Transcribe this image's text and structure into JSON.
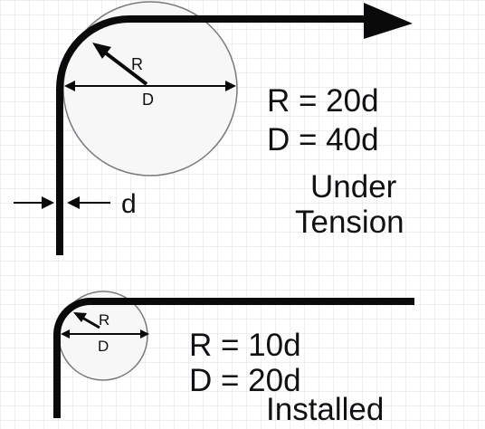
{
  "upper": {
    "circle_radius_label": "R",
    "circle_diameter_label": "D",
    "thickness_label": "d",
    "radius_formula": "R = 20d",
    "diameter_formula": "D = 40d",
    "state_line1": "Under",
    "state_line2": "Tension"
  },
  "lower": {
    "circle_radius_label": "R",
    "circle_diameter_label": "D",
    "radius_formula": "R = 10d",
    "diameter_formula": "D = 20d",
    "state": "Installed"
  },
  "colors": {
    "background": "#ffffff",
    "grid": "#d9dde3",
    "line": "#0a0a0a",
    "circle_fill": "#f7f7f7",
    "circle_stroke": "#7a7a7a"
  }
}
